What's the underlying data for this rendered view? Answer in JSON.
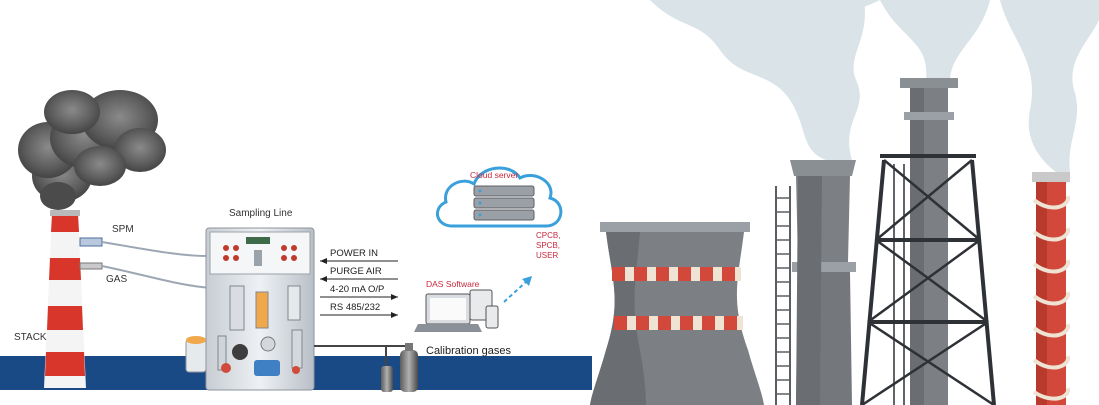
{
  "diagram": {
    "stack_label": "STACK",
    "spm_label": "SPM",
    "gas_label": "GAS",
    "sampling_line_label": "Sampling Line",
    "signals": [
      "POWER IN",
      "PURGE AIR",
      "4-20 mA O/P",
      "RS 485/232"
    ],
    "das_software_label": "DAS Software",
    "calibration_label": "Calibration gases",
    "cloud_server_label": "Cloud server",
    "recipients": [
      "CPCB,",
      "SPCB,",
      "USER"
    ]
  },
  "colors": {
    "ground_blue": "#1a4a86",
    "stack_red": "#d8352b",
    "smoke": "#d9e3e8",
    "cloud_stroke": "#3aa0dc",
    "accent_red_text": "#c8283c",
    "tower_gray": "#7c8085",
    "cooling_red": "#d2483a"
  }
}
